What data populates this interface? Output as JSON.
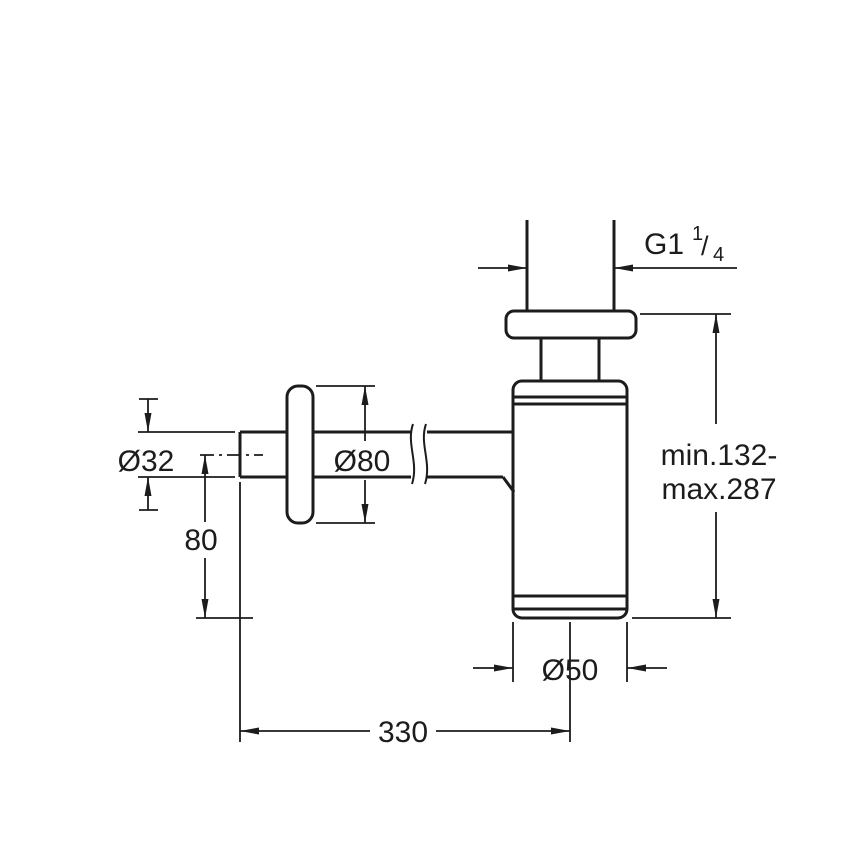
{
  "meta": {
    "description": "Bottle trap siphon dimensional technical drawing",
    "units": "mm"
  },
  "colors": {
    "line": "#1c1c1c",
    "background": "#ffffff"
  },
  "labels": {
    "thread": {
      "base": "G1",
      "numerator": "1",
      "slash": "/",
      "denominator": "4"
    },
    "height_range_line1": "min.132-",
    "height_range_line2": "max.287",
    "inlet_pipe_diameter": "Ø32",
    "wall_flange_diameter": "Ø80",
    "inlet_center_to_bottom": "80",
    "body_diameter": "Ø50",
    "wall_to_trap_center": "330"
  }
}
